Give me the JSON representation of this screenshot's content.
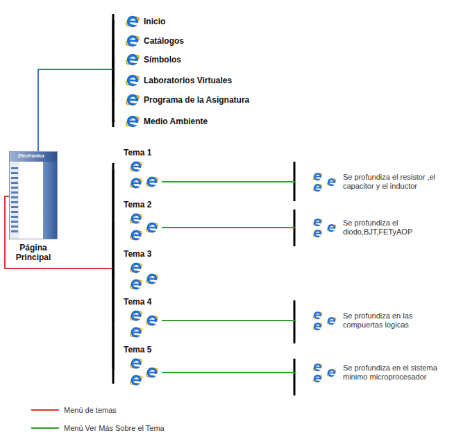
{
  "diagram": {
    "nodes": [
      {
        "text": [
          "Inicio"
        ]
      },
      {
        "text": [
          "Catálogos"
        ]
      },
      {
        "text": [
          "Símbolos"
        ]
      },
      {
        "text": [
          "Laboratorios Virtuales"
        ]
      },
      {
        "text": [
          "Programa de la Asignatura"
        ]
      },
      {
        "text": [
          "Medio Ambiente"
        ]
      },
      {
        "text": [
          "Electrónica",
          "Página Principal"
        ]
      },
      {
        "text": [
          "Tema 1"
        ]
      },
      {
        "text": [
          "Se profundiza el resistor ,el capacitor y el inductor"
        ]
      },
      {
        "text": [
          "Tema 2"
        ]
      },
      {
        "text": [
          "Se profundiza el diodo,BJT,FETyAOP"
        ]
      },
      {
        "text": [
          "Tema 3"
        ]
      },
      {
        "text": [
          "Tema 4"
        ]
      },
      {
        "text": [
          "Se profundiza en las compuertas logicas"
        ]
      },
      {
        "text": [
          "Tema 5"
        ]
      },
      {
        "text": [
          "Se profundiza en el sistema minimo microprocesador"
        ]
      }
    ],
    "edges": [
      {
        "from": 6,
        "to": 0,
        "arrow": "none"
      },
      {
        "from": 6,
        "to": 1,
        "arrow": "none"
      },
      {
        "from": 6,
        "to": 2,
        "arrow": "none"
      },
      {
        "from": 6,
        "to": 3,
        "arrow": "none"
      },
      {
        "from": 6,
        "to": 4,
        "arrow": "none"
      },
      {
        "from": 6,
        "to": 5,
        "arrow": "none"
      },
      {
        "from": 6,
        "to": 7,
        "arrow": "none"
      },
      {
        "from": 6,
        "to": 9,
        "arrow": "none"
      },
      {
        "from": 6,
        "to": 11,
        "arrow": "none"
      },
      {
        "from": 6,
        "to": 12,
        "arrow": "none"
      },
      {
        "from": 6,
        "to": 14,
        "arrow": "none"
      },
      {
        "from": 7,
        "to": 8,
        "arrow": "none"
      },
      {
        "from": 9,
        "to": 10,
        "arrow": "none"
      },
      {
        "from": 12,
        "to": 13,
        "arrow": "none"
      },
      {
        "from": 14,
        "to": 15,
        "arrow": "none"
      }
    ],
    "legend": [
      {
        "text": "Menú de temas"
      },
      {
        "text": "Menú Ver Más Sobre el Tema"
      }
    ]
  }
}
